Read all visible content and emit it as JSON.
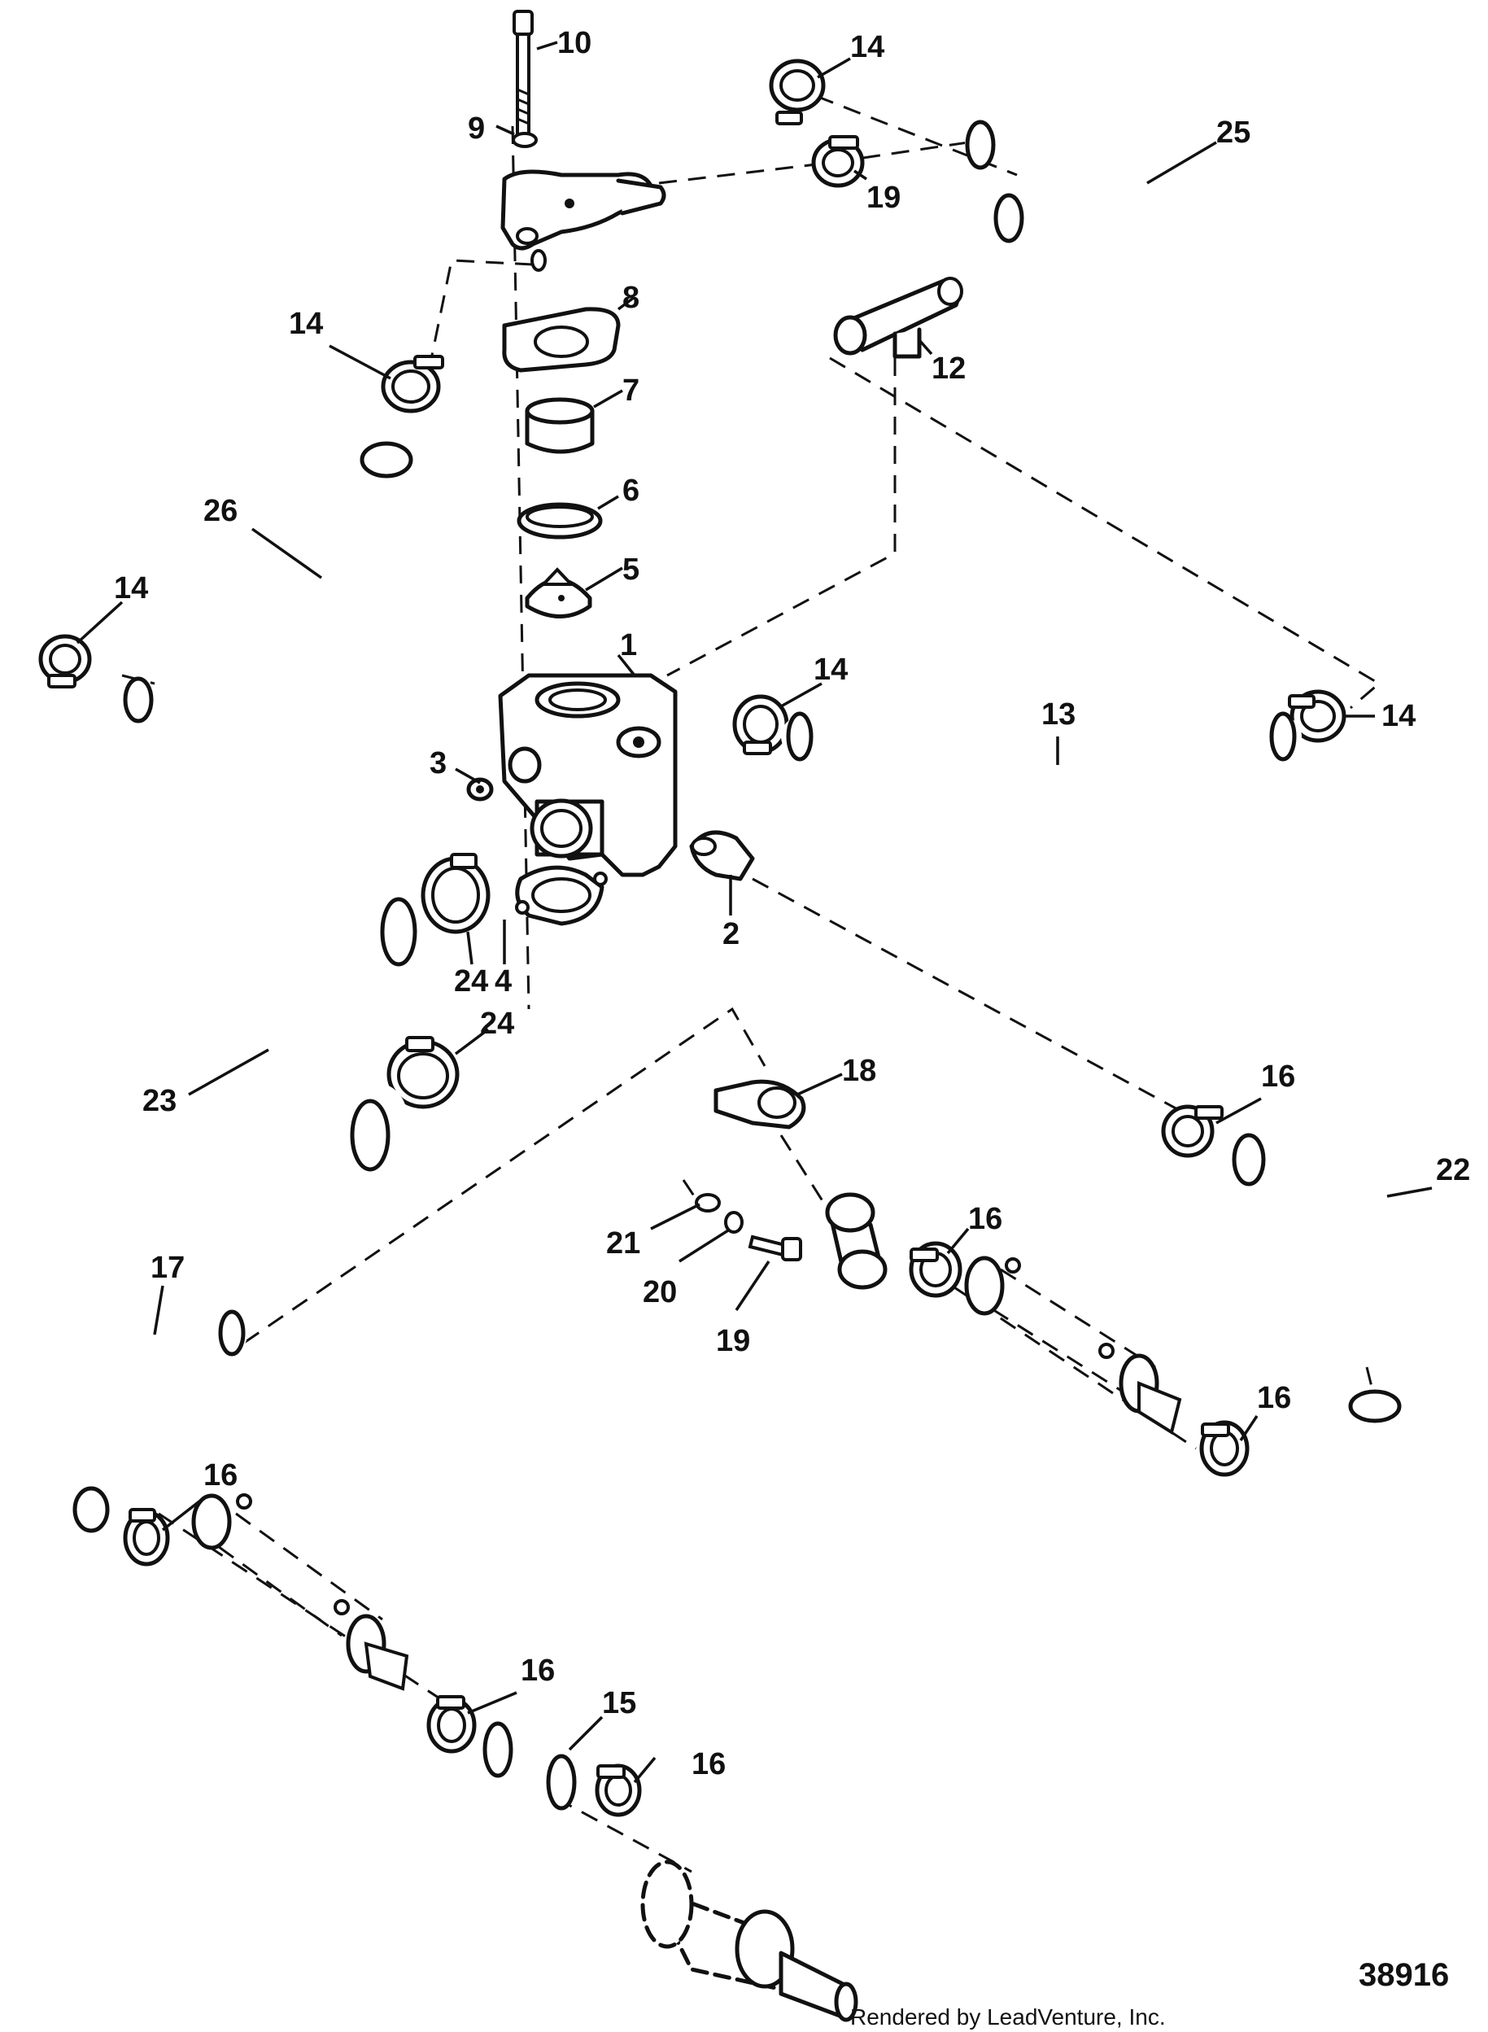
{
  "diagram": {
    "callouts": [
      {
        "id": "c10",
        "text": "10"
      },
      {
        "id": "c9",
        "text": "9"
      },
      {
        "id": "c8",
        "text": "8"
      },
      {
        "id": "c7",
        "text": "7"
      },
      {
        "id": "c6",
        "text": "6"
      },
      {
        "id": "c5",
        "text": "5"
      },
      {
        "id": "c1",
        "text": "1"
      },
      {
        "id": "c3",
        "text": "3"
      },
      {
        "id": "c2",
        "text": "2"
      },
      {
        "id": "c4",
        "text": "4"
      },
      {
        "id": "c24a",
        "text": "24"
      },
      {
        "id": "c24b",
        "text": "24"
      },
      {
        "id": "c23",
        "text": "23"
      },
      {
        "id": "c26",
        "text": "26"
      },
      {
        "id": "c14a",
        "text": "14"
      },
      {
        "id": "c14b",
        "text": "14"
      },
      {
        "id": "c14c",
        "text": "14"
      },
      {
        "id": "c14d",
        "text": "14"
      },
      {
        "id": "c14e",
        "text": "14"
      },
      {
        "id": "c25",
        "text": "25"
      },
      {
        "id": "c19a",
        "text": "19"
      },
      {
        "id": "c12",
        "text": "12"
      },
      {
        "id": "c13",
        "text": "13"
      },
      {
        "id": "c18",
        "text": "18"
      },
      {
        "id": "c16a",
        "text": "16"
      },
      {
        "id": "c16b",
        "text": "16"
      },
      {
        "id": "c16c",
        "text": "16"
      },
      {
        "id": "c16d",
        "text": "16"
      },
      {
        "id": "c16e",
        "text": "16"
      },
      {
        "id": "c16f",
        "text": "16"
      },
      {
        "id": "c22",
        "text": "22"
      },
      {
        "id": "c21",
        "text": "21"
      },
      {
        "id": "c20",
        "text": "20"
      },
      {
        "id": "c19b",
        "text": "19"
      },
      {
        "id": "c17",
        "text": "17"
      },
      {
        "id": "c15",
        "text": "15"
      }
    ],
    "figure_number": "38916",
    "credit": "Rendered by LeadVenture, Inc."
  }
}
